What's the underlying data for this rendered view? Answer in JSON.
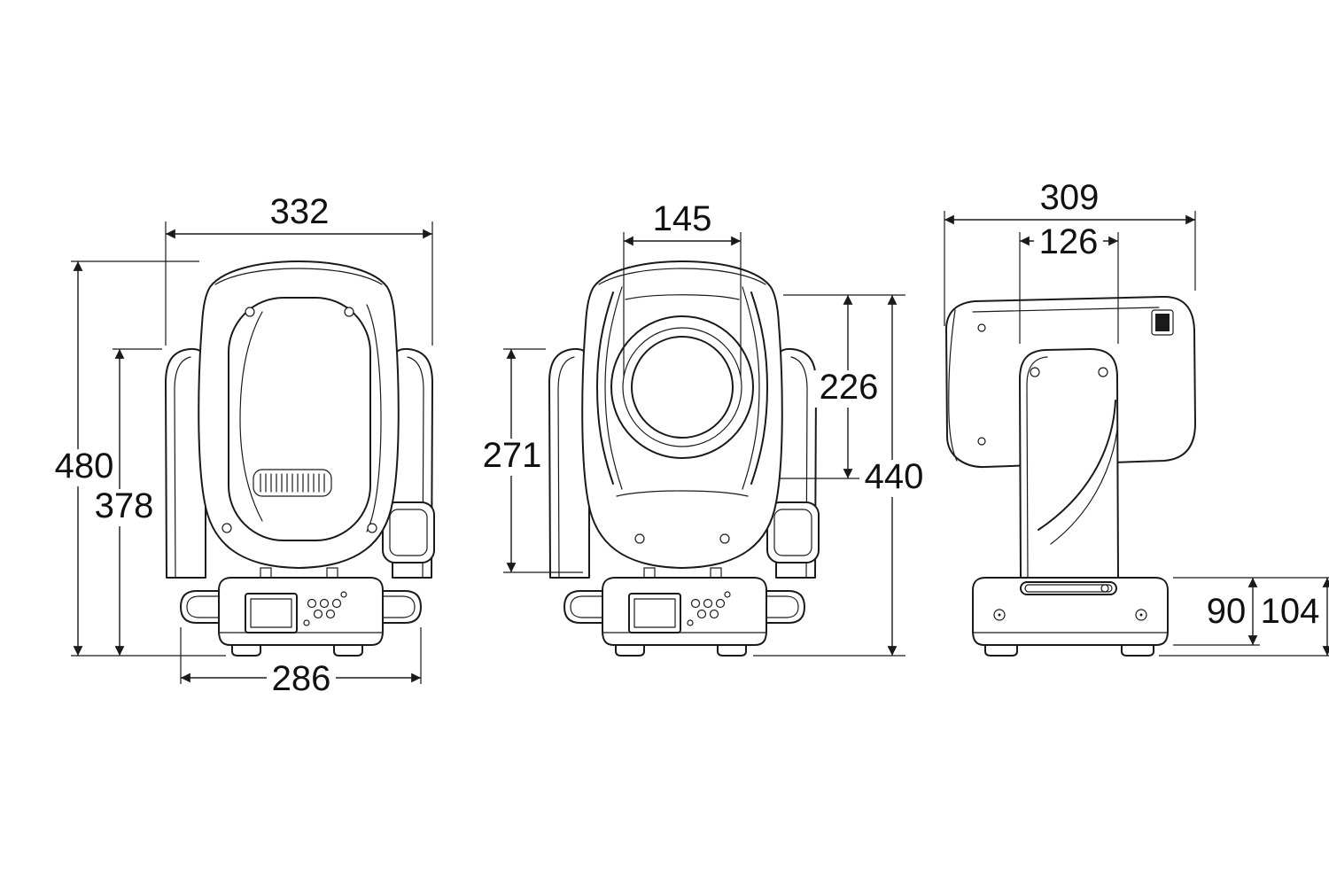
{
  "colors": {
    "ink": "#1a1a1a",
    "background": "#ffffff"
  },
  "dims": {
    "rear": {
      "head_width": "332",
      "total_height": "480",
      "yoke_height": "378",
      "base_width": "286"
    },
    "front": {
      "lens_diameter": "145",
      "head_height": "271",
      "head_to_lens": "226",
      "height_above_base": "440"
    },
    "side": {
      "depth": "309",
      "yoke_width": "126",
      "base_height": "90",
      "base_total_height": "104"
    }
  }
}
